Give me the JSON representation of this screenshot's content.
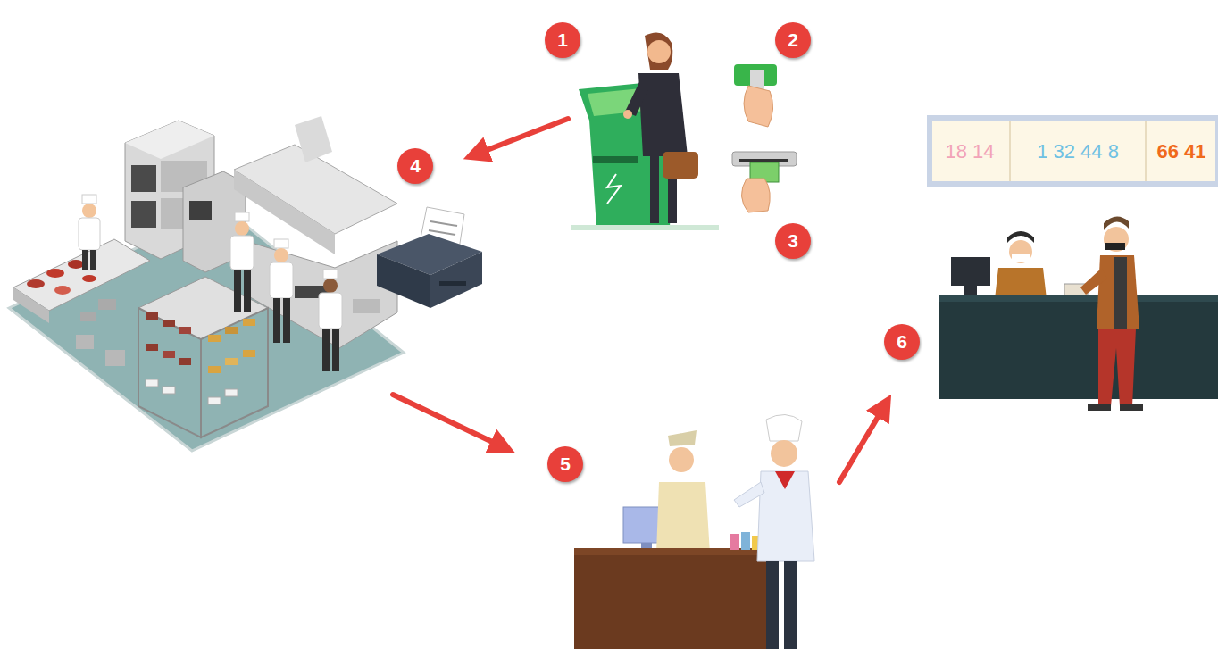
{
  "diagram": {
    "labels": [
      "1",
      "2",
      "3",
      "4",
      "5",
      "6",
      "18 14",
      "1 32 44 8",
      "66 41"
    ]
  }
}
